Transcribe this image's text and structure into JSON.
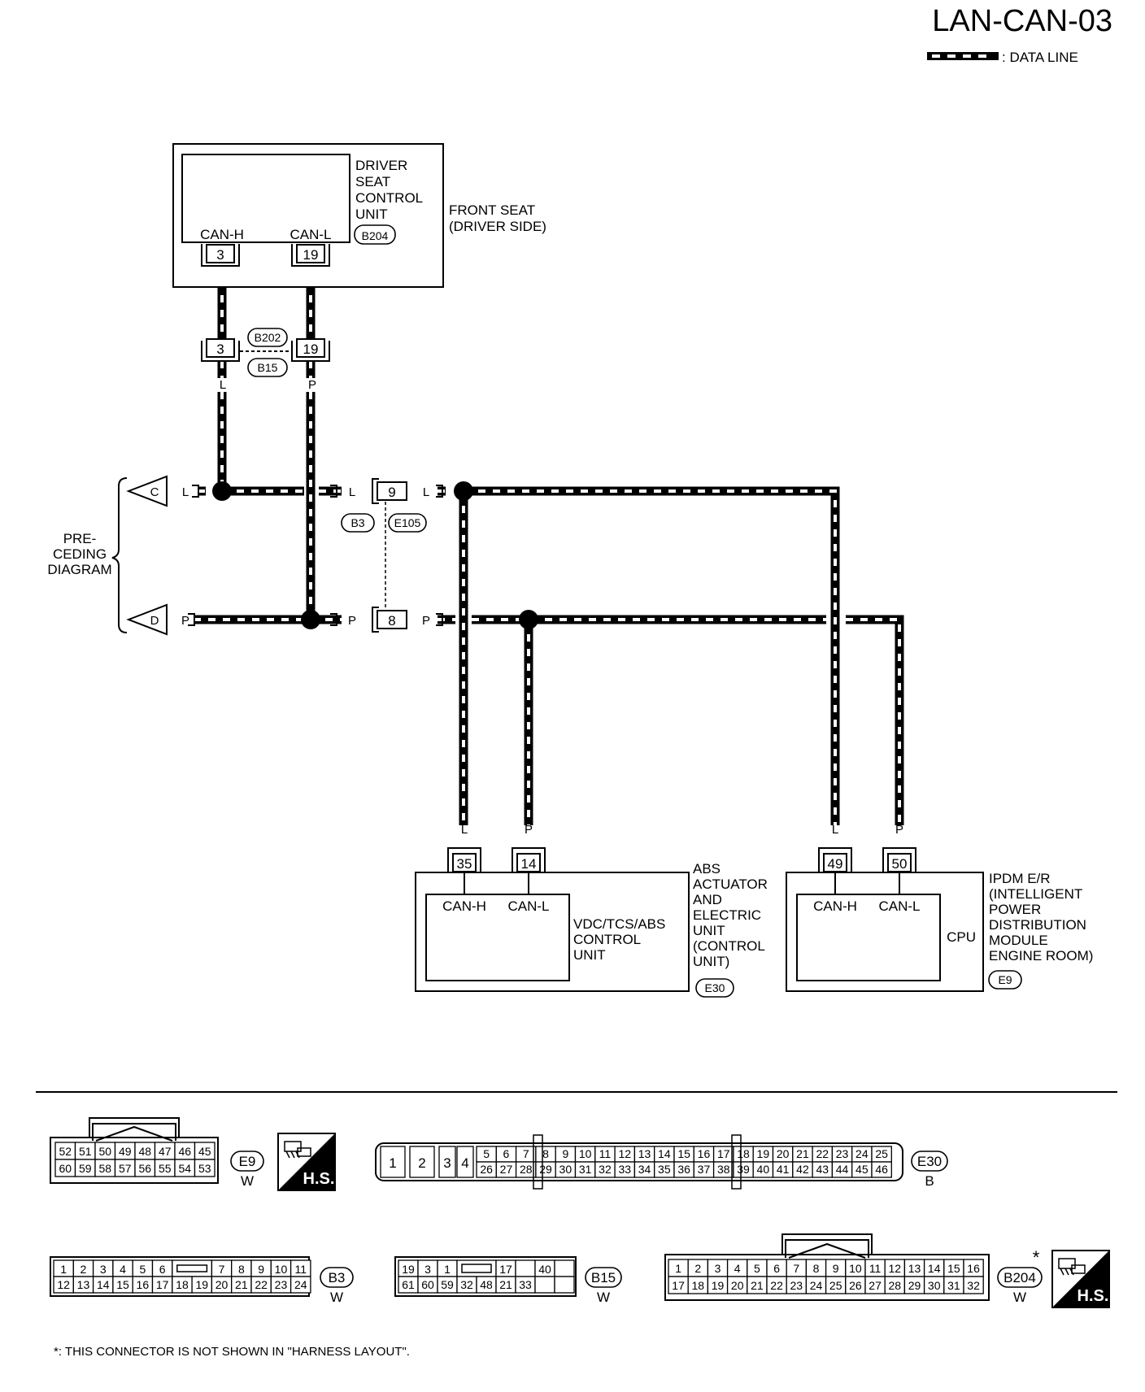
{
  "header": {
    "title": "LAN-CAN-03",
    "legend_label": ": DATA LINE"
  },
  "driver_seat_unit": {
    "name": "DRIVER\nSEAT\nCONTROL\nUNIT",
    "location": "FRONT SEAT\n(DRIVER SIDE)",
    "connector": "B204",
    "pins": [
      {
        "label": "CAN-H",
        "number": "3"
      },
      {
        "label": "CAN-L",
        "number": "19"
      }
    ]
  },
  "harness_connector": {
    "top_id": "B202",
    "bottom_id": "B15",
    "pins": [
      "3",
      "19"
    ],
    "wire_colors": [
      "L",
      "P"
    ]
  },
  "joint_connector": {
    "top_pin": "9",
    "bottom_pin": "8",
    "ids": [
      "B3",
      "E105"
    ]
  },
  "preceding": {
    "label": "PRE-\nCEDING\nDIAGRAM",
    "arrow_c": "C",
    "arrow_d": "D"
  },
  "wire_labels": {
    "l": "L",
    "p": "P"
  },
  "abs_unit": {
    "inner_name": "VDC/TCS/ABS\nCONTROL\nUNIT",
    "outer_name": "ABS\nACTUATOR\nAND\nELECTRIC\nUNIT\n(CONTROL\nUNIT)",
    "connector": "E30",
    "pins": [
      {
        "label": "CAN-H",
        "number": "35"
      },
      {
        "label": "CAN-L",
        "number": "14"
      }
    ]
  },
  "ipdm_unit": {
    "inner_name": "CPU",
    "outer_name": "IPDM E/R\n(INTELLIGENT\nPOWER\nDISTRIBUTION\nMODULE\nENGINE ROOM)",
    "connector": "E9",
    "pins": [
      {
        "label": "CAN-H",
        "number": "49"
      },
      {
        "label": "CAN-L",
        "number": "50"
      }
    ]
  },
  "connector_faces": {
    "e9": {
      "id": "E9",
      "color": "W",
      "badge": "H.S.",
      "row1": [
        "52",
        "51",
        "50",
        "49",
        "48",
        "47",
        "46",
        "45"
      ],
      "row2": [
        "60",
        "59",
        "58",
        "57",
        "56",
        "55",
        "54",
        "53"
      ]
    },
    "e30": {
      "id": "E30",
      "color": "B",
      "big": [
        "1",
        "2",
        "3",
        "4"
      ],
      "row1": [
        "5",
        "6",
        "7",
        "8",
        "9",
        "10",
        "11",
        "12",
        "13",
        "14",
        "15",
        "16",
        "17",
        "18",
        "19",
        "20",
        "21",
        "22",
        "23",
        "24",
        "25"
      ],
      "row2": [
        "26",
        "27",
        "28",
        "29",
        "30",
        "31",
        "32",
        "33",
        "34",
        "35",
        "36",
        "37",
        "38",
        "39",
        "40",
        "41",
        "42",
        "43",
        "44",
        "45",
        "46"
      ]
    },
    "b3": {
      "id": "B3",
      "color": "W",
      "row1": [
        "1",
        "2",
        "3",
        "4",
        "5",
        "6",
        "",
        "7",
        "8",
        "9",
        "10",
        "11"
      ],
      "row2": [
        "12",
        "13",
        "14",
        "15",
        "16",
        "17",
        "18",
        "19",
        "20",
        "21",
        "22",
        "23",
        "24"
      ]
    },
    "b15": {
      "id": "B15",
      "color": "W",
      "row1": [
        "19",
        "3",
        "1",
        "",
        "17",
        "",
        "40",
        ""
      ],
      "row2": [
        "61",
        "60",
        "59",
        "32",
        "48",
        "21",
        "33",
        "",
        ""
      ]
    },
    "b204": {
      "id": "B204",
      "color": "W",
      "badge": "H.S.",
      "star": "*",
      "row1": [
        "1",
        "2",
        "3",
        "4",
        "5",
        "6",
        "7",
        "8",
        "9",
        "10",
        "11",
        "12",
        "13",
        "14",
        "15",
        "16"
      ],
      "row2": [
        "17",
        "18",
        "19",
        "20",
        "21",
        "22",
        "23",
        "24",
        "25",
        "26",
        "27",
        "28",
        "29",
        "30",
        "31",
        "32"
      ]
    }
  },
  "footnote": "*: THIS CONNECTOR IS NOT SHOWN IN \"HARNESS LAYOUT\"."
}
